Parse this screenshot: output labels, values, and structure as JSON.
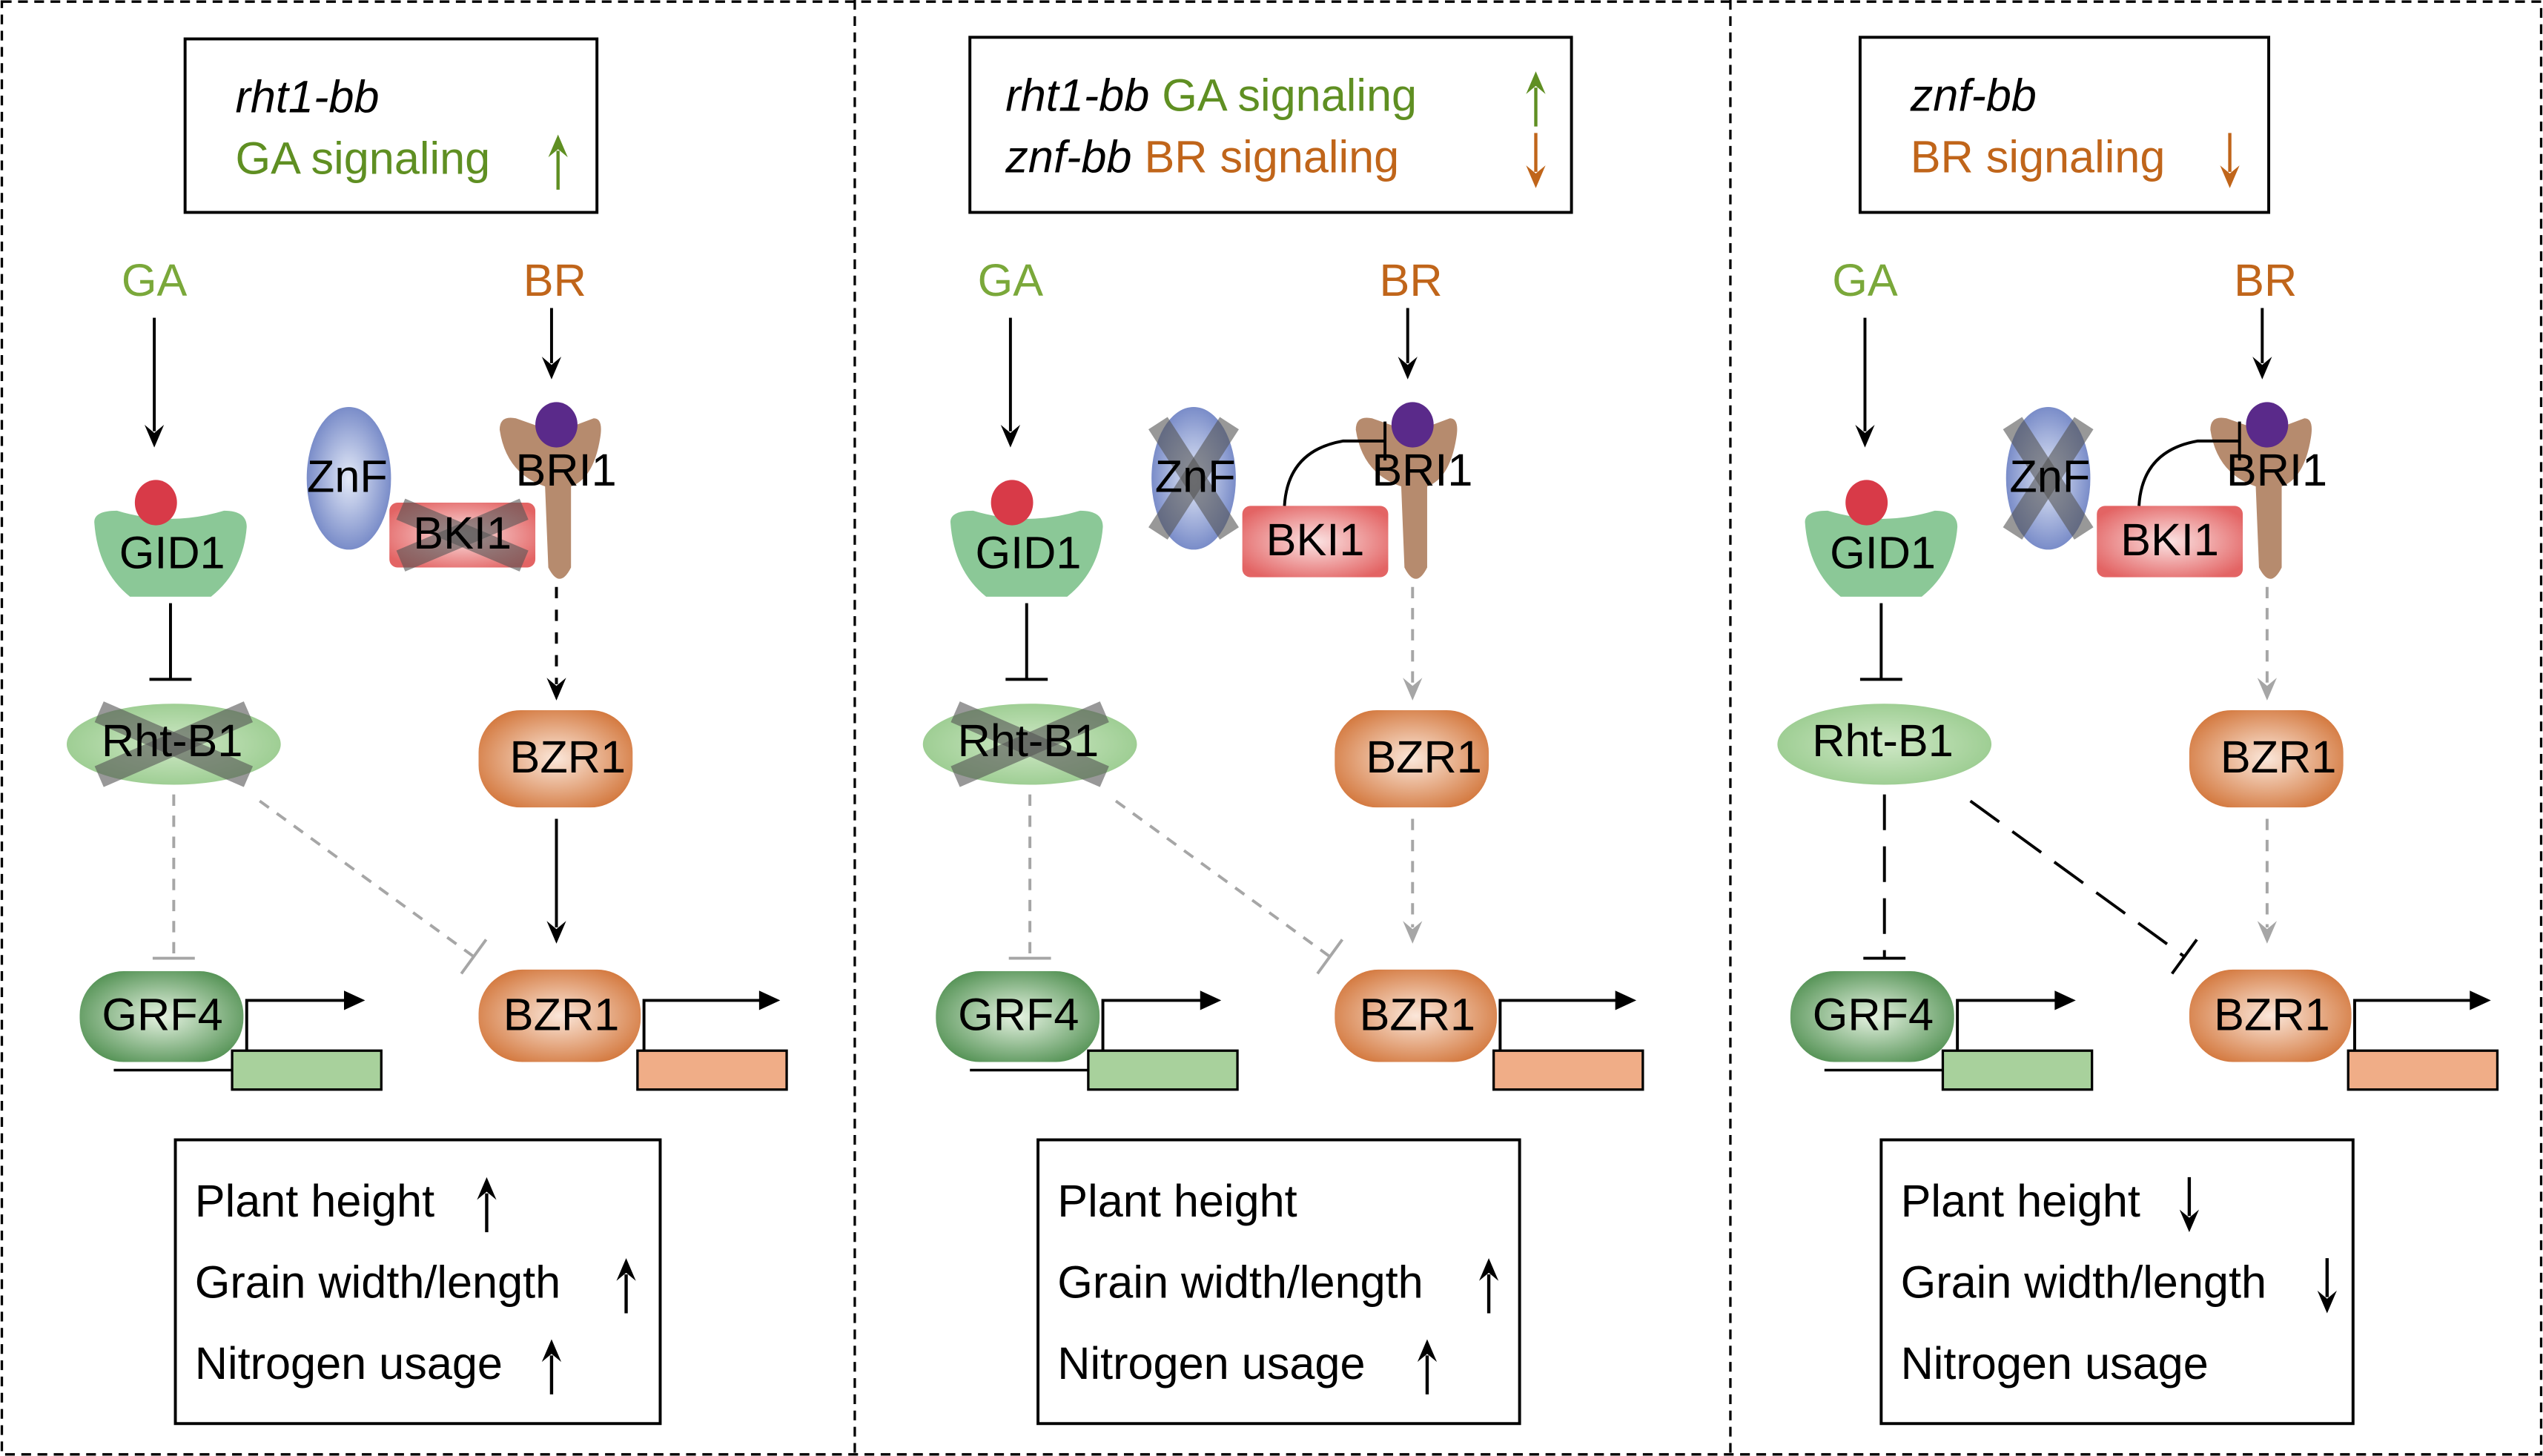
{
  "colors": {
    "ga_green": "#7aa83a",
    "br_orange": "#c0651a",
    "title_green": "#5f8f22",
    "title_orange": "#c0651a",
    "inactive_gray": "#a6a6a6"
  },
  "panels": [
    {
      "title_lines": [
        {
          "parts": [
            {
              "text": "rht1-bb",
              "italic": true,
              "color": "#000000"
            }
          ],
          "arrow": null
        },
        {
          "parts": [
            {
              "text": "GA signaling",
              "italic": false,
              "color": "#5f8f22"
            }
          ],
          "arrow": "up"
        }
      ],
      "ga_label": "GA",
      "br_label": "BR",
      "gid1": "GID1",
      "rht_b1": "Rht-B1",
      "znf": "ZnF",
      "bki1": "BKI1",
      "bri1": "BRI1",
      "bzr1": "BZR1",
      "grf4": "GRF4",
      "bzr1_target": "BZR1",
      "crossed": {
        "rht_b1": true,
        "bki1": true,
        "znf": false
      },
      "bki1_inhibits_bri1": false,
      "bri1_to_bzr1": "black-dashed",
      "bzr1_to_target": "black-solid",
      "rht_b1_inhibition": "gray-dashed",
      "outcomes": [
        {
          "text": "Plant height",
          "arrow": "up"
        },
        {
          "text": "Grain width/length",
          "arrow": "up"
        },
        {
          "text": "Nitrogen usage",
          "arrow": "up"
        }
      ]
    },
    {
      "title_lines": [
        {
          "parts": [
            {
              "text": "rht1-bb",
              "italic": true,
              "color": "#000000"
            },
            {
              "text": " GA signaling",
              "italic": false,
              "color": "#5f8f22"
            }
          ],
          "arrow": "up"
        },
        {
          "parts": [
            {
              "text": "znf-bb",
              "italic": true,
              "color": "#000000"
            },
            {
              "text": " BR signaling",
              "italic": false,
              "color": "#c0651a"
            }
          ],
          "arrow": "down"
        }
      ],
      "ga_label": "GA",
      "br_label": "BR",
      "gid1": "GID1",
      "rht_b1": "Rht-B1",
      "znf": "ZnF",
      "bki1": "BKI1",
      "bri1": "BRI1",
      "bzr1": "BZR1",
      "grf4": "GRF4",
      "bzr1_target": "BZR1",
      "crossed": {
        "rht_b1": true,
        "bki1": false,
        "znf": true
      },
      "bki1_inhibits_bri1": true,
      "bri1_to_bzr1": "gray-dashed",
      "bzr1_to_target": "gray-dashed",
      "rht_b1_inhibition": "gray-dashed",
      "outcomes": [
        {
          "text": "Plant height",
          "arrow": null
        },
        {
          "text": "Grain width/length",
          "arrow": "up"
        },
        {
          "text": "Nitrogen usage",
          "arrow": "up"
        }
      ]
    },
    {
      "title_lines": [
        {
          "parts": [
            {
              "text": "znf-bb",
              "italic": true,
              "color": "#000000"
            }
          ],
          "arrow": null
        },
        {
          "parts": [
            {
              "text": "BR signaling",
              "italic": false,
              "color": "#c0651a"
            }
          ],
          "arrow": "down"
        }
      ],
      "ga_label": "GA",
      "br_label": "BR",
      "gid1": "GID1",
      "rht_b1": "Rht-B1",
      "znf": "ZnF",
      "bki1": "BKI1",
      "bri1": "BRI1",
      "bzr1": "BZR1",
      "grf4": "GRF4",
      "bzr1_target": "BZR1",
      "crossed": {
        "rht_b1": false,
        "bki1": false,
        "znf": true
      },
      "bki1_inhibits_bri1": true,
      "bri1_to_bzr1": "gray-dashed",
      "bzr1_to_target": "gray-dashed",
      "rht_b1_inhibition": "black-dashed",
      "outcomes": [
        {
          "text": "Plant height",
          "arrow": "down"
        },
        {
          "text": "Grain width/length",
          "arrow": "down"
        },
        {
          "text": "Nitrogen usage",
          "arrow": null
        }
      ]
    }
  ]
}
